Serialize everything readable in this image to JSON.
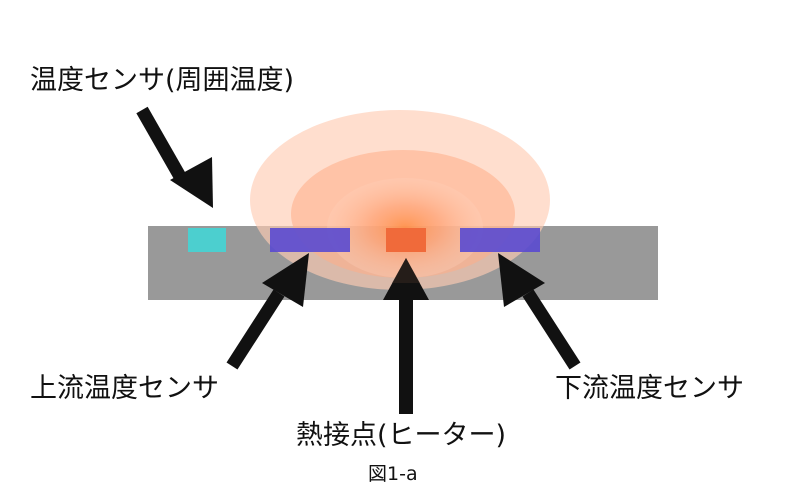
{
  "labels": {
    "ambient_sensor": "温度センサ(周囲温度)",
    "upstream_sensor": "上流温度センサ",
    "downstream_sensor": "下流温度センサ",
    "heater": "熱接点(ヒーター)",
    "caption": "図1-a"
  },
  "colors": {
    "substrate": "#999999",
    "ambient_sensor": "#4ccfcf",
    "flow_sensor": "#5a4ad0",
    "heater": "#f06a3a",
    "heat_glow": "#ff8a50",
    "arrow": "#111111",
    "text": "#111111"
  }
}
